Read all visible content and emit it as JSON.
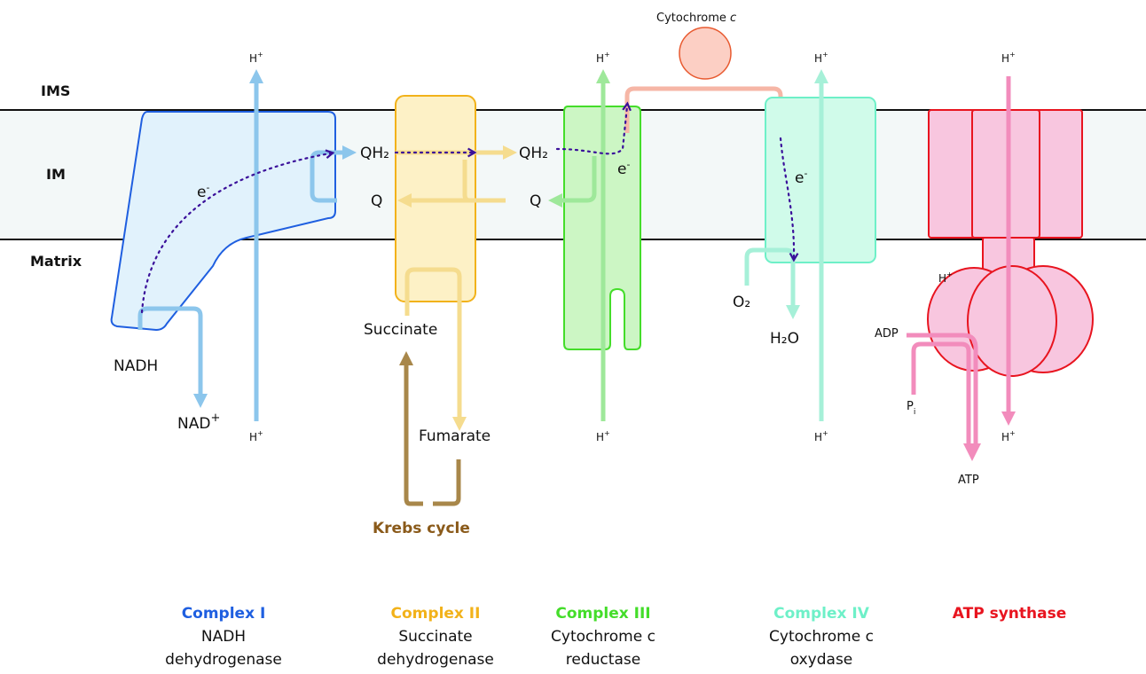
{
  "zones": {
    "ims": "IMS",
    "im": "IM",
    "matrix": "Matrix"
  },
  "colors": {
    "complex1": "#1f5fe0",
    "complex2": "#f2b21a",
    "complex3": "#44dd2a",
    "complex4": "#6ef0c8",
    "atp": "#e8141f",
    "krebs": "#8a5a1a",
    "electron": "#3a109a"
  },
  "species": {
    "proton": "H",
    "proton_charge": "+",
    "electron": "e",
    "electron_charge": "-",
    "qh2": "QH₂",
    "q": "Q",
    "nadh": "NADH",
    "nad": "NAD",
    "nad_charge": "+",
    "succinate": "Succinate",
    "fumarate": "Fumarate",
    "o2": "O₂",
    "h2o": "H₂O",
    "adp": "ADP",
    "pi": "P",
    "pi_sub": "i",
    "atp": "ATP",
    "cyt_c_prefix": "Cytochrome ",
    "cyt_c_italic": "c"
  },
  "krebs_label": "Krebs cycle",
  "complexes": [
    {
      "title": "Complex I",
      "line1": "NADH",
      "line2": "dehydrogenase"
    },
    {
      "title": "Complex II",
      "line1": "Succinate",
      "line2": "dehydrogenase"
    },
    {
      "title": "Complex III",
      "line1": "Cytochrome c",
      "line2": "reductase"
    },
    {
      "title": "Complex IV",
      "line1": "Cytochrome c",
      "line2": "oxydase"
    },
    {
      "title": "ATP synthase",
      "line1": "",
      "line2": ""
    }
  ]
}
